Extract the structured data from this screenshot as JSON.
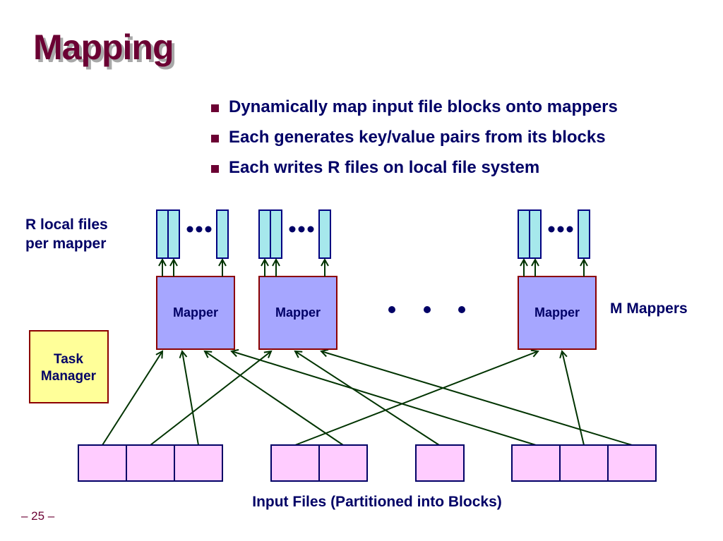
{
  "slide": {
    "title": "Mapping",
    "bullets": [
      "Dynamically map input file blocks onto mappers",
      "Each generates key/value pairs from its blocks",
      "Each writes R files on local file system"
    ],
    "page_number": "– 25 –"
  },
  "diagram": {
    "r_local_files_label_line1": "R local files",
    "r_local_files_label_line2": "per mapper",
    "task_manager_line1": "Task",
    "task_manager_line2": "Manager",
    "m_mappers_label": "M Mappers",
    "input_files_label": "Input Files (Partitioned into Blocks)",
    "mappers": [
      {
        "label": "Mapper"
      },
      {
        "label": "Mapper"
      },
      {
        "label": "Mapper"
      }
    ],
    "input_groups": [
      {
        "blocks": 3
      },
      {
        "blocks": 2
      },
      {
        "blocks": 1
      },
      {
        "blocks": 3
      }
    ],
    "edges": [
      {
        "from_block": 0,
        "to_mapper": 0
      },
      {
        "from_block": 2,
        "to_mapper": 0
      },
      {
        "from_block": 4,
        "to_mapper": 0
      },
      {
        "from_block": 6,
        "to_mapper": 0
      },
      {
        "from_block": 1,
        "to_mapper": 1
      },
      {
        "from_block": 5,
        "to_mapper": 1
      },
      {
        "from_block": 8,
        "to_mapper": 1
      },
      {
        "from_block": 3,
        "to_mapper": 2
      },
      {
        "from_block": 7,
        "to_mapper": 2
      }
    ],
    "colors": {
      "mapper_fill": "#a6a6ff",
      "mapper_border": "#8b0000",
      "local_file_fill": "#a6e8ec",
      "local_file_border": "#000080",
      "input_block_fill": "#ffccff",
      "input_block_border": "#000066",
      "task_manager_fill": "#ffff99",
      "arrow_color": "#003300",
      "text_color": "#000066",
      "title_color": "#6b0033"
    }
  }
}
